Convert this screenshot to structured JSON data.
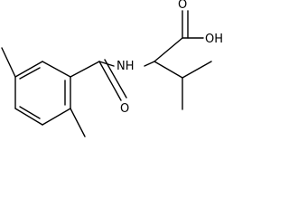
{
  "molecule": {
    "atom_labels": {
      "oh": "OH",
      "o": "O",
      "nh": "NH"
    },
    "colors": {
      "bond": "#000000",
      "text": "#000000",
      "background": "#ffffff"
    }
  }
}
